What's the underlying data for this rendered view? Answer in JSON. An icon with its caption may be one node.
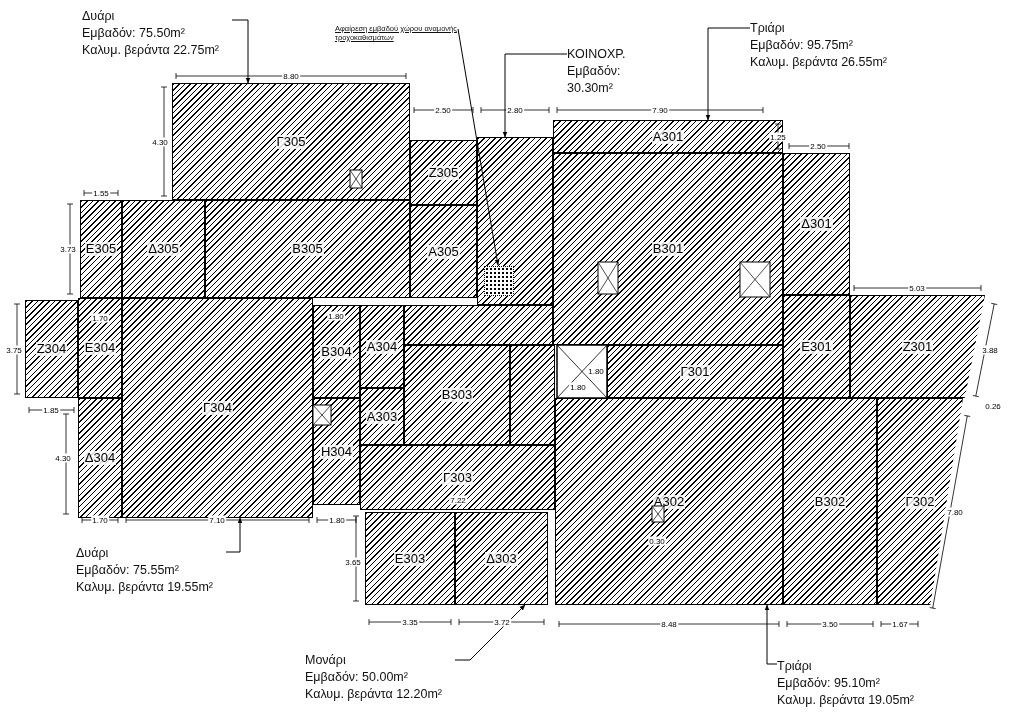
{
  "diagram": {
    "nodes": [
      {
        "text": [
          "Δυάρι",
          "Εμβαδόν: 75.50m²",
          "Καλυμ. βεράντα 22.75m²"
        ]
      },
      {
        "text": [
          "Αφαίρεση εμβαδού χώρου αναμονής τροχοκαθισμάτων"
        ]
      },
      {
        "text": [
          "ΚΟΙΝΟΧΡ.",
          "Εμβαδόν: 30.30m²"
        ]
      },
      {
        "text": [
          "Τριάρι",
          "Εμβαδόν: 95.75m²",
          "Καλυμ. βεράντα 26.55m²"
        ]
      },
      {
        "text": [
          "Γ305"
        ]
      },
      {
        "text": [
          "Α301"
        ]
      },
      {
        "text": [
          "Ζ305"
        ]
      },
      {
        "text": [],
        "shape": "box"
      },
      {
        "text": [],
        "shape": "box",
        "in": 7
      },
      {
        "text": [
          "Ε305"
        ]
      },
      {
        "text": [
          "Δ305"
        ]
      },
      {
        "text": [
          "Β305"
        ]
      },
      {
        "text": [
          "Α305"
        ]
      },
      {
        "text": [
          "Β301"
        ]
      },
      {
        "text": [
          "Δ301"
        ]
      },
      {
        "text": [
          "Ζ304"
        ]
      },
      {
        "text": [
          "Ε304"
        ]
      },
      {
        "text": [
          "Γ304"
        ]
      },
      {
        "text": [
          "Β304"
        ]
      },
      {
        "text": [
          "Α304"
        ]
      },
      {
        "text": [
          "Ε301"
        ]
      },
      {
        "text": [
          "Ζ301"
        ]
      },
      {
        "text": [
          "Γ301"
        ]
      },
      {
        "text": [
          "Α303"
        ]
      },
      {
        "text": [
          "Β303"
        ]
      },
      {
        "text": [
          "Δ304"
        ]
      },
      {
        "text": [
          "Η304"
        ]
      },
      {
        "text": [
          "Γ303"
        ]
      },
      {
        "text": [
          "Α302"
        ]
      },
      {
        "text": [
          "Β302"
        ]
      },
      {
        "text": [
          "Γ302"
        ]
      },
      {
        "text": [
          "Ε303"
        ]
      },
      {
        "text": [
          "Δ303"
        ]
      },
      {
        "text": [
          "Δυάρι",
          "Εμβαδόν: 75.55m²",
          "Καλυμ. βεράντα 19.55m²"
        ]
      },
      {
        "text": [
          "Μονάρι",
          "Εμβαδόν: 50.00m²",
          "Καλυμ. βεράντα 12.20m²"
        ]
      },
      {
        "text": [
          "Τριάρι",
          "Εμβαδόν: 95.10m²",
          "Καλυμ. βεράντα 19.05m²"
        ]
      },
      {
        "text": [],
        "shape": "box"
      },
      {
        "text": [],
        "shape": "box"
      }
    ],
    "edges": [
      {
        "from": 0,
        "to": 4,
        "arrow": "to"
      },
      {
        "from": 1,
        "to": 8,
        "arrow": "to"
      },
      {
        "from": 2,
        "to": 7,
        "arrow": "to"
      },
      {
        "from": 3,
        "to": 5,
        "arrow": "to"
      },
      {
        "from": 33,
        "to": 17,
        "arrow": "to"
      },
      {
        "from": 34,
        "to": 32,
        "arrow": "to"
      },
      {
        "from": 35,
        "to": 28,
        "arrow": "to"
      }
    ],
    "labels": [
      "8.80",
      "4.30",
      "2.50",
      "2.80",
      "7.90",
      "1.25",
      "2.50",
      "1.55",
      "3.73",
      "5.03",
      "3.88",
      "0.26",
      "7.80",
      "3.75",
      "1.85",
      "4.30",
      "1.70",
      "1.80",
      "7.22",
      "1.70",
      "7.10",
      "1.80",
      "3.65",
      "3.35",
      "3.72",
      "8.48",
      "3.50",
      "1.67",
      "1.80",
      "1.80",
      "0.30"
    ]
  }
}
